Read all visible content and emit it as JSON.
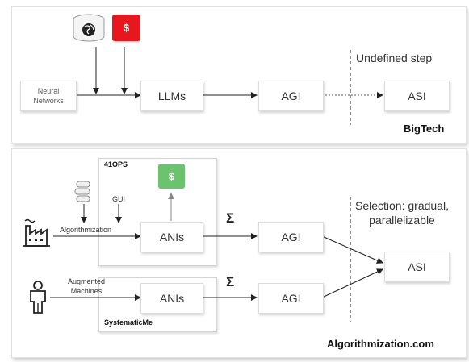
{
  "top": {
    "neural_networks": "Neural\nNetworks",
    "llms": "LLMs",
    "agi": "AGI",
    "asi": "ASI",
    "undefined_step": "Undefined step",
    "company": "BigTech",
    "dollar": "$"
  },
  "bottom": {
    "group_top": "41OPS",
    "group_bottom": "SystematicMe",
    "gui": "GUI",
    "algorithmization": "Algorithmization",
    "augmented_machines": "Augmented\nMachines",
    "anis_1": "ANIs",
    "anis_2": "ANIs",
    "sigma_1": "Σ",
    "sigma_2": "Σ",
    "agi_1": "AGI",
    "agi_2": "AGI",
    "asi": "ASI",
    "selection": "Selection: gradual,\nparallelizable",
    "company": "Algorithmization.com",
    "dollar": "$"
  },
  "colors": {
    "dollar_red": "#e8171d",
    "dollar_green": "#6cc36e"
  },
  "icons": [
    "globe-database-icon",
    "dollar-icon",
    "database-icon",
    "factory-icon",
    "person-icon"
  ]
}
